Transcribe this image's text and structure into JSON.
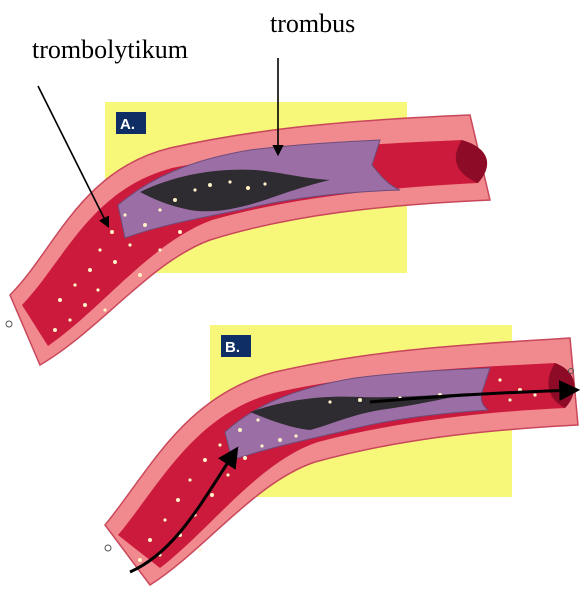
{
  "labels": {
    "thrombolytic": "trombolytikum",
    "thrombus": "trombus"
  },
  "panels": [
    {
      "id": "A",
      "badge": "A."
    },
    {
      "id": "B",
      "badge": "B."
    }
  ],
  "colors": {
    "highlight": "#f7f77a",
    "vessel_wall": "#f08a8f",
    "wall_edge": "#c9475a",
    "blood": "#cc1a3c",
    "blood_dark": "#8e0b27",
    "plaque": "#9b6fa5",
    "clot": "#2e2b31",
    "badge_bg": "#0f2e66",
    "cell_dot": "#fff2c8",
    "arrow": "#000000"
  },
  "icons": {
    "flow_arrow": "arrow-right-icon",
    "pointer": "leader-line"
  }
}
